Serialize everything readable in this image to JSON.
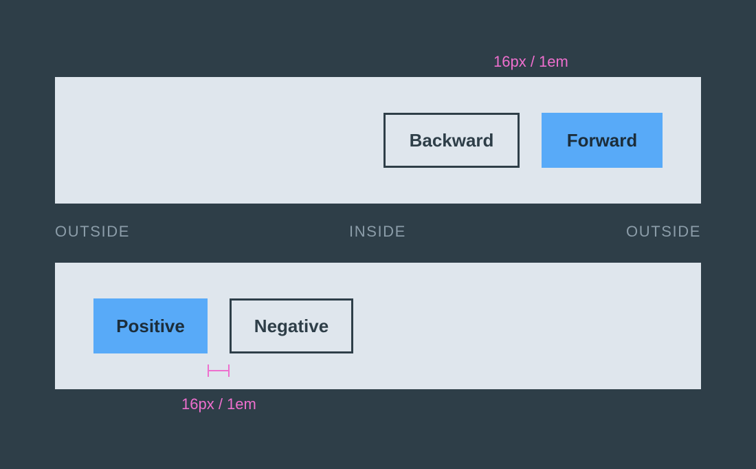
{
  "top_row": {
    "backward_label": "Backward",
    "forward_label": "Forward",
    "spacing_label": "16px / 1em"
  },
  "zones": {
    "left": "OUTSIDE",
    "center": "INSIDE",
    "right": "OUTSIDE"
  },
  "bottom_row": {
    "positive_label": "Positive",
    "negative_label": "Negative",
    "spacing_label": "16px / 1em"
  },
  "colors": {
    "background": "#2e3e48",
    "panel": "#dfe6ed",
    "primary": "#58aaf8",
    "outline": "#2e3e48",
    "measure": "#ee6fce",
    "zone_text": "#8c9da9"
  },
  "icons": {
    "gap_marker": "dimension-marker-icon"
  }
}
